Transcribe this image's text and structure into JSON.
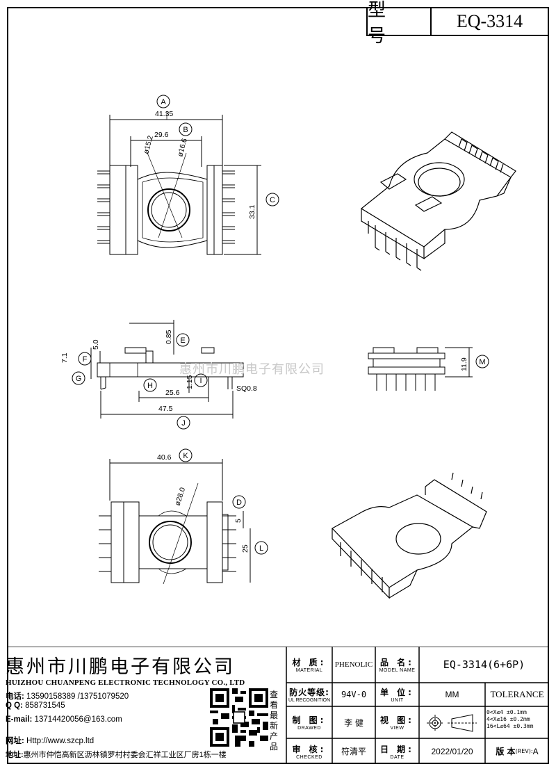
{
  "header": {
    "model_label": "型 号",
    "model_value": "EQ-3314"
  },
  "dimensions": {
    "A": "A",
    "B": "B",
    "C": "C",
    "D": "D",
    "E": "E",
    "F": "F",
    "G": "G",
    "H": "H",
    "I": "I",
    "J": "J",
    "K": "K",
    "L": "L",
    "M": "M",
    "top_width": "41.35",
    "inner_width": "29.6",
    "dia_outer": "ø15.2",
    "dia_inner": "ø16.6",
    "height_c": "33.1",
    "side_5": "5.0",
    "side_71": "7.1",
    "side_085": "0.85",
    "side_115": "1.15",
    "side_256": "25.6",
    "side_sq": "SQ0.8",
    "side_475": "47.5",
    "right_119": "11.9",
    "bottom_width": "40.6",
    "bottom_dia": "ø28.0",
    "bottom_5": "5",
    "bottom_25": "25"
  },
  "watermark": "惠州市川鹏电子有限公司",
  "company": {
    "name_cn": "惠州市川鹏电子有限公司",
    "name_en": "HUIZHOU CHUANPENG ELECTRONIC TECHNOLOGY CO., LTD",
    "phone_label": "电话:",
    "phone": "13590158389 /13751079520",
    "qq_label": "Q Q:",
    "qq": "858731545",
    "email_label": "E-mail:",
    "email": "13714420056@163.com",
    "web_label": "网址:",
    "web": "Http://www.szcp.ltd",
    "addr_label": "地址:",
    "addr": "惠州市仲恺高新区沥林镇罗村村委会汇祥工业区厂房1栋一楼",
    "qr_side_text": "查看最新产品"
  },
  "titleblock": {
    "material_cn": "材 质:",
    "material_en": "MATERIAL",
    "material_val": "PHENOLIC",
    "model_cn": "品 名:",
    "model_en": "MODEL NAME",
    "model_val": "EQ-3314(6+6P)",
    "fire_cn": "防火等级:",
    "fire_en": "UL RECOGNITION",
    "fire_val": "94V-0",
    "unit_cn": "单 位:",
    "unit_en": "UNIT",
    "unit_val": "MM",
    "tolerance": "TOLERANCE",
    "tol_1": "0<X≤4    ±0.1mm",
    "tol_2": "4<X≤16  ±0.2mm",
    "tol_3": "16<L≤64 ±0.3mm",
    "tol_4": "",
    "drawn_cn": "制 图:",
    "drawn_en": "DRAWED",
    "drawn_val": "李 健",
    "view_cn": "视 图:",
    "view_en": "VIEW",
    "check_cn": "审 核:",
    "check_en": "CHECKED",
    "check_val": "符清平",
    "date_cn": "日 期:",
    "date_en": "DATE",
    "date_val": "2022/01/20",
    "rev_cn": "版 本",
    "rev_en": "(REV):",
    "rev_val": "A"
  }
}
